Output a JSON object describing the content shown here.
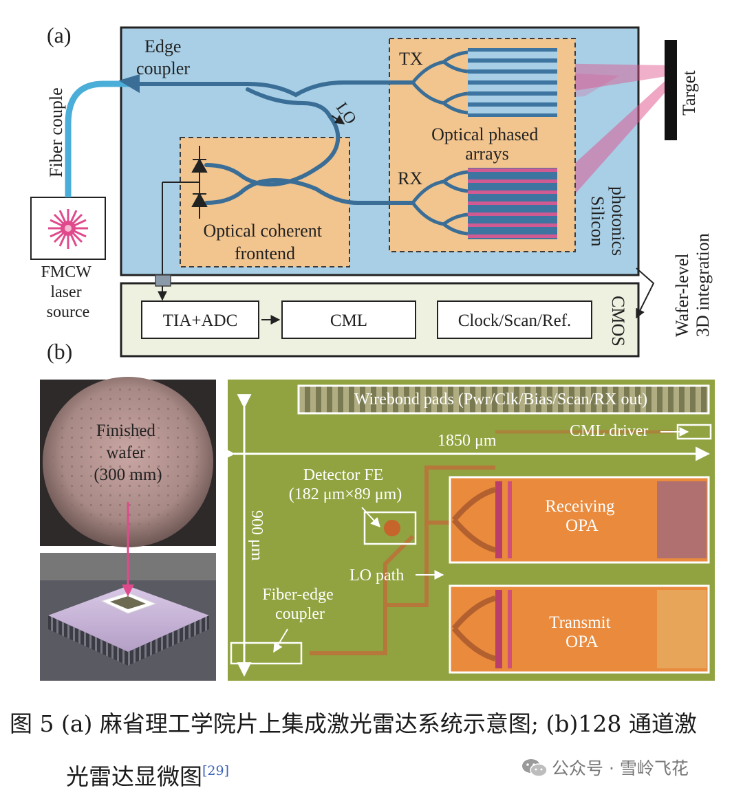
{
  "panel_a": {
    "label": "(a)",
    "edge_coupler": [
      "Edge",
      "coupler"
    ],
    "fiber_couple": "Fiber couple",
    "laser_source": [
      "FMCW",
      "laser",
      "source"
    ],
    "lo": "LO",
    "tx": "TX",
    "rx": "RX",
    "opa": [
      "Optical phased",
      "arrays"
    ],
    "coherent_frontend": [
      "Optical coherent",
      "frontend"
    ],
    "silicon_photonics": [
      "Silicon",
      "photonics"
    ],
    "target": "Target",
    "cmos": "CMOS",
    "integration": [
      "Wafer-level",
      "3D integration"
    ],
    "blocks": [
      "TIA+ADC",
      "CML",
      "Clock/Scan/Ref."
    ]
  },
  "panel_b": {
    "label": "(b)",
    "wafer": [
      "Finished",
      "wafer",
      "(300 mm)"
    ],
    "wirebond": "Wirebond pads (Pwr/Clk/Bias/Scan/RX out)",
    "cml_driver": "CML driver",
    "width": "1850 μm",
    "height": "900 μm",
    "detector": [
      "Detector FE",
      "(182 μm×89 μm)"
    ],
    "lo_path": "LO path",
    "fiber_edge": [
      "Fiber-edge",
      "coupler"
    ],
    "receiving": [
      "Receiving",
      "OPA"
    ],
    "transmit": [
      "Transmit",
      "OPA"
    ]
  },
  "caption": {
    "line1": "图 5  (a) 麻省理工学院片上集成激光雷达系统示意图; (b)128 通道激",
    "line2": "光雷达显微图",
    "ref": "[29]"
  },
  "watermark": "公众号 · 雪岭飞花",
  "colors": {
    "silicon_bg": "#a8cfe6",
    "orange_box": "#f2c48e",
    "waveguide": "#3a6e96",
    "cmos_bg": "#eef1e0",
    "die_green": "#8b9f3c",
    "opa_orange": "#e98a3c",
    "beam_pink": "#e0508a"
  }
}
